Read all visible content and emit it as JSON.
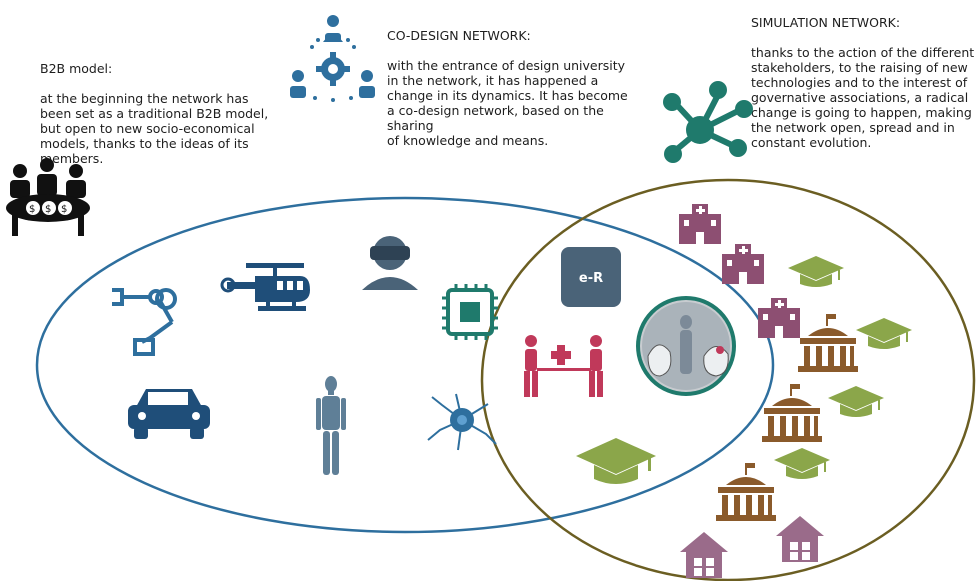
{
  "b2b": {
    "title": "B2B model:",
    "body": "at the beginning the network has\nbeen set as a traditional B2B model,\nbut open to new socio-economical\nmodels, thanks to the ideas of its\nmembers."
  },
  "codesign": {
    "title": "CO-DESIGN NETWORK:",
    "body": "with the entrance of design university\nin the network, it has happened a\nchange in its dynamics. It has become\na co-design network, based on the sharing\nof knowledge and means."
  },
  "simulation": {
    "title": "SIMULATION NETWORK:",
    "body": "thanks to the action of the different\nstakeholders, to the raising of new\ntechnologies and to the interest of\ngovernative associations, a radical\nchange is going to happen, making\nthe network open, spread and in\nconstant evolution."
  },
  "er_badge": {
    "label": "e-R"
  },
  "colors": {
    "blue_ellipse": "#2e6f9e",
    "olive_ellipse": "#6b5e22",
    "navy_icon": "#1f4e79",
    "teal": "#1f7a6c",
    "crimson": "#c0395a",
    "plum": "#8d4f72",
    "brown": "#8a5a2b",
    "olive_cap": "#8ba64a",
    "slate": "#4a6378",
    "steel": "#5f7f97",
    "mauve": "#9a6b8a"
  }
}
